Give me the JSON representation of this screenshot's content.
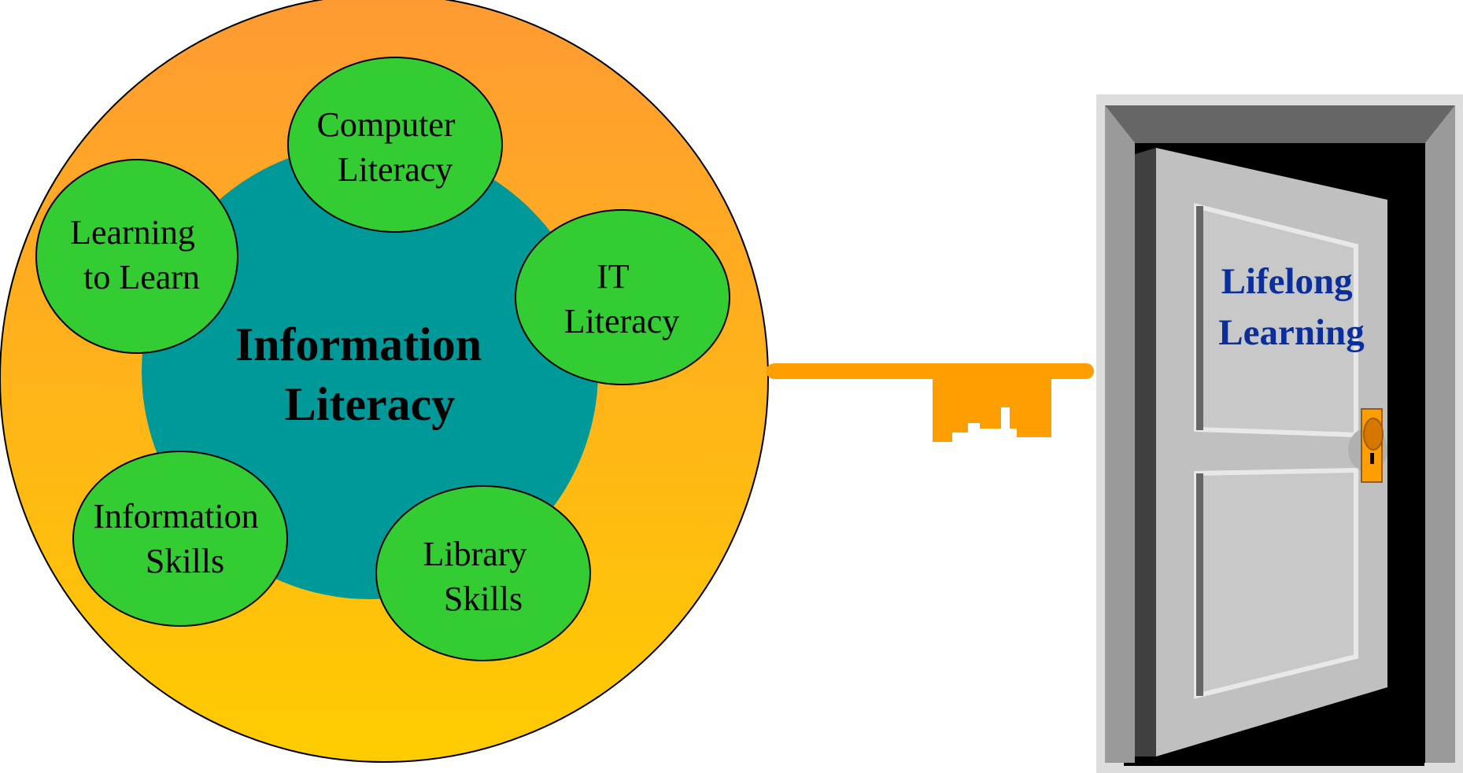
{
  "center": {
    "line1": "Information",
    "line2": "Literacy"
  },
  "bubbles": [
    {
      "id": "computer-literacy",
      "line1": "Computer",
      "line2": "Literacy"
    },
    {
      "id": "it-literacy",
      "line1": "IT",
      "line2": "Literacy"
    },
    {
      "id": "learning-to-learn",
      "line1": "Learning",
      "line2": "to Learn"
    },
    {
      "id": "information-skills",
      "line1": "Information",
      "line2": "Skills"
    },
    {
      "id": "library-skills",
      "line1": "Library",
      "line2": "Skills"
    }
  ],
  "door": {
    "line1": "Lifelong",
    "line2": "Learning"
  },
  "colors": {
    "outer_ring_top": "#ff9e35",
    "outer_ring_bottom": "#ffcc00",
    "inner_circle": "#009999",
    "bubble": "#33cc33",
    "key": "#ff9e00",
    "door_text": "#0a2f9c",
    "door_panel": "#c0c0c0",
    "door_frame": "#999999",
    "door_opening": "#000000"
  },
  "icons": {
    "key": "key-icon",
    "door": "door-icon",
    "knob": "door-knob-icon"
  }
}
